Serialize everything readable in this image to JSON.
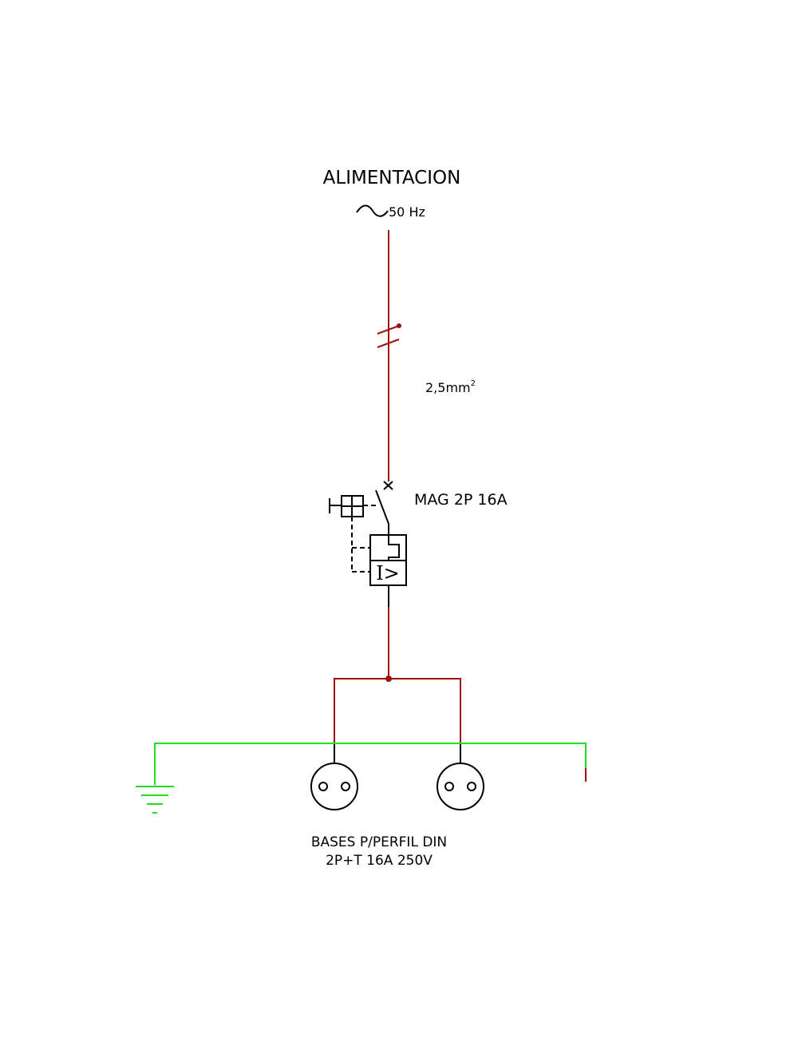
{
  "supply": {
    "title": "ALIMENTACION",
    "frequency": "50 Hz"
  },
  "cable": {
    "section": "2,5mm",
    "section_superscript": "2"
  },
  "breaker": {
    "label": "MAG 2P 16A",
    "trip_symbol": "I>"
  },
  "sockets": {
    "line1": "BASES P/PERFIL DIN",
    "line2": "2P+T 16A 250V"
  },
  "colors": {
    "phase": "#a01010",
    "earth": "#22dd22",
    "symbol": "#000000"
  },
  "icons": [
    "ac-sine-icon",
    "earth-ground-icon",
    "socket-outlet-icon",
    "circuit-breaker-icon"
  ]
}
